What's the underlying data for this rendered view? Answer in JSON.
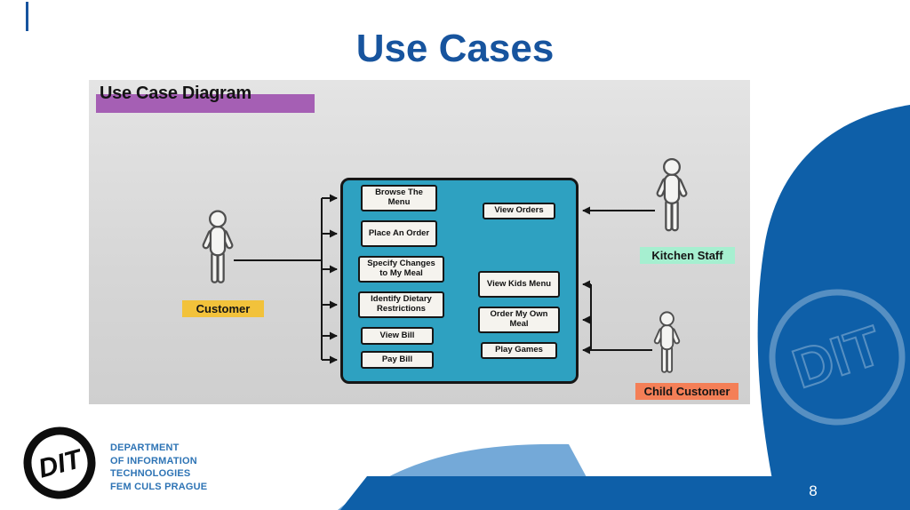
{
  "slide": {
    "title": "Use Cases",
    "title_color": "#17549E",
    "page_number": "8",
    "accent_blue": "#0E5FA8",
    "light_blue": "#74A9D8",
    "watermark_text": "DIT"
  },
  "footer": {
    "logo_text": "DIT",
    "org_lines": [
      "DEPARTMENT",
      "OF INFORMATION",
      "TECHNOLOGIES",
      "FEM CULS PRAGUE"
    ]
  },
  "diagram": {
    "heading": "Use Case Diagram",
    "heading_highlight": "#A55FB4",
    "boundary_color": "#2EA1C1",
    "actors": {
      "customer": {
        "name": "Customer",
        "label_color": "#F2C23B"
      },
      "kitchen_staff": {
        "name": "Kitchen Staff",
        "label_color": "#A6EFD0"
      },
      "child_customer": {
        "name": "Child Customer",
        "label_color": "#F47F57"
      }
    },
    "use_cases": {
      "customer": [
        "Browse The Menu",
        "Place An Order",
        "Specify Changes to My Meal",
        "Identify Dietary Restrictions",
        "View Bill",
        "Pay Bill"
      ],
      "kitchen_staff": [
        "View Orders"
      ],
      "child_customer": [
        "View Kids Menu",
        "Order My Own Meal",
        "Play Games"
      ]
    }
  }
}
